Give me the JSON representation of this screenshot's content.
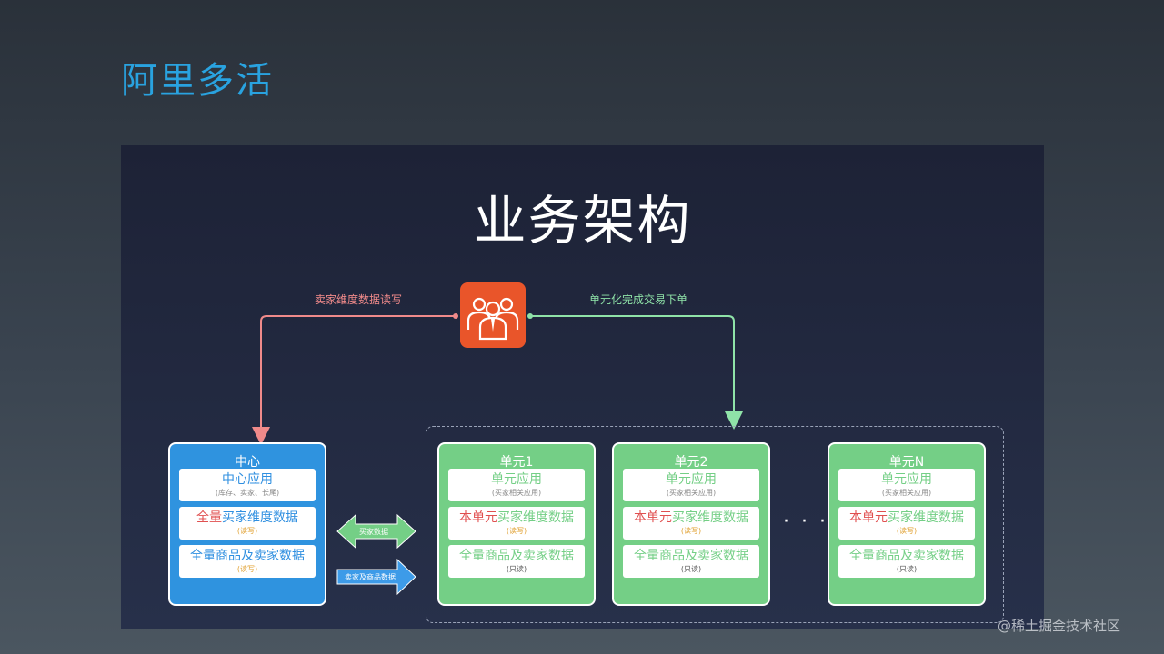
{
  "slide_title": "阿里多活",
  "diagram_title": "业务架构",
  "flows": {
    "left_label": "卖家维度数据读写",
    "right_label": "单元化完成交易下单"
  },
  "icons": {
    "users": "users-group-icon"
  },
  "colors": {
    "title_blue": "#29a3e0",
    "center_blue": "#2f93df",
    "unit_green": "#74cf86",
    "highlight_red": "#e05050",
    "icon_orange": "#e9552a",
    "flow_red": "#f08a8a",
    "flow_green": "#8fe3a8"
  },
  "center": {
    "title": "中心",
    "boxes": [
      {
        "main": "中心应用",
        "sub": "(库存、卖家、长尾)"
      },
      {
        "highlight": "全量",
        "main_rest": "买家维度数据",
        "sub": "(读写)"
      },
      {
        "main": "全量商品及卖家数据",
        "sub": "(读写)"
      }
    ]
  },
  "arrows": {
    "buyer_data": "买家数据",
    "goods_seller_data": "卖家及商品数据"
  },
  "ellipsis": "· · ·",
  "units": [
    {
      "title": "单元1",
      "app": "单元应用",
      "app_sub": "(买家相关应用)",
      "highlight": "本单元",
      "data_rest": "买家维度数据",
      "data_sub": "(读写)",
      "goods": "全量商品及卖家数据",
      "goods_sub": "(只读)"
    },
    {
      "title": "单元2",
      "app": "单元应用",
      "app_sub": "(买家相关应用)",
      "highlight": "本单元",
      "data_rest": "买家维度数据",
      "data_sub": "(读写)",
      "goods": "全量商品及卖家数据",
      "goods_sub": "(只读)"
    },
    {
      "title": "单元N",
      "app": "单元应用",
      "app_sub": "(买家相关应用)",
      "highlight": "本单元",
      "data_rest": "买家维度数据",
      "data_sub": "(读写)",
      "goods": "全量商品及卖家数据",
      "goods_sub": "(只读)"
    }
  ],
  "watermark": "@稀土掘金技术社区"
}
